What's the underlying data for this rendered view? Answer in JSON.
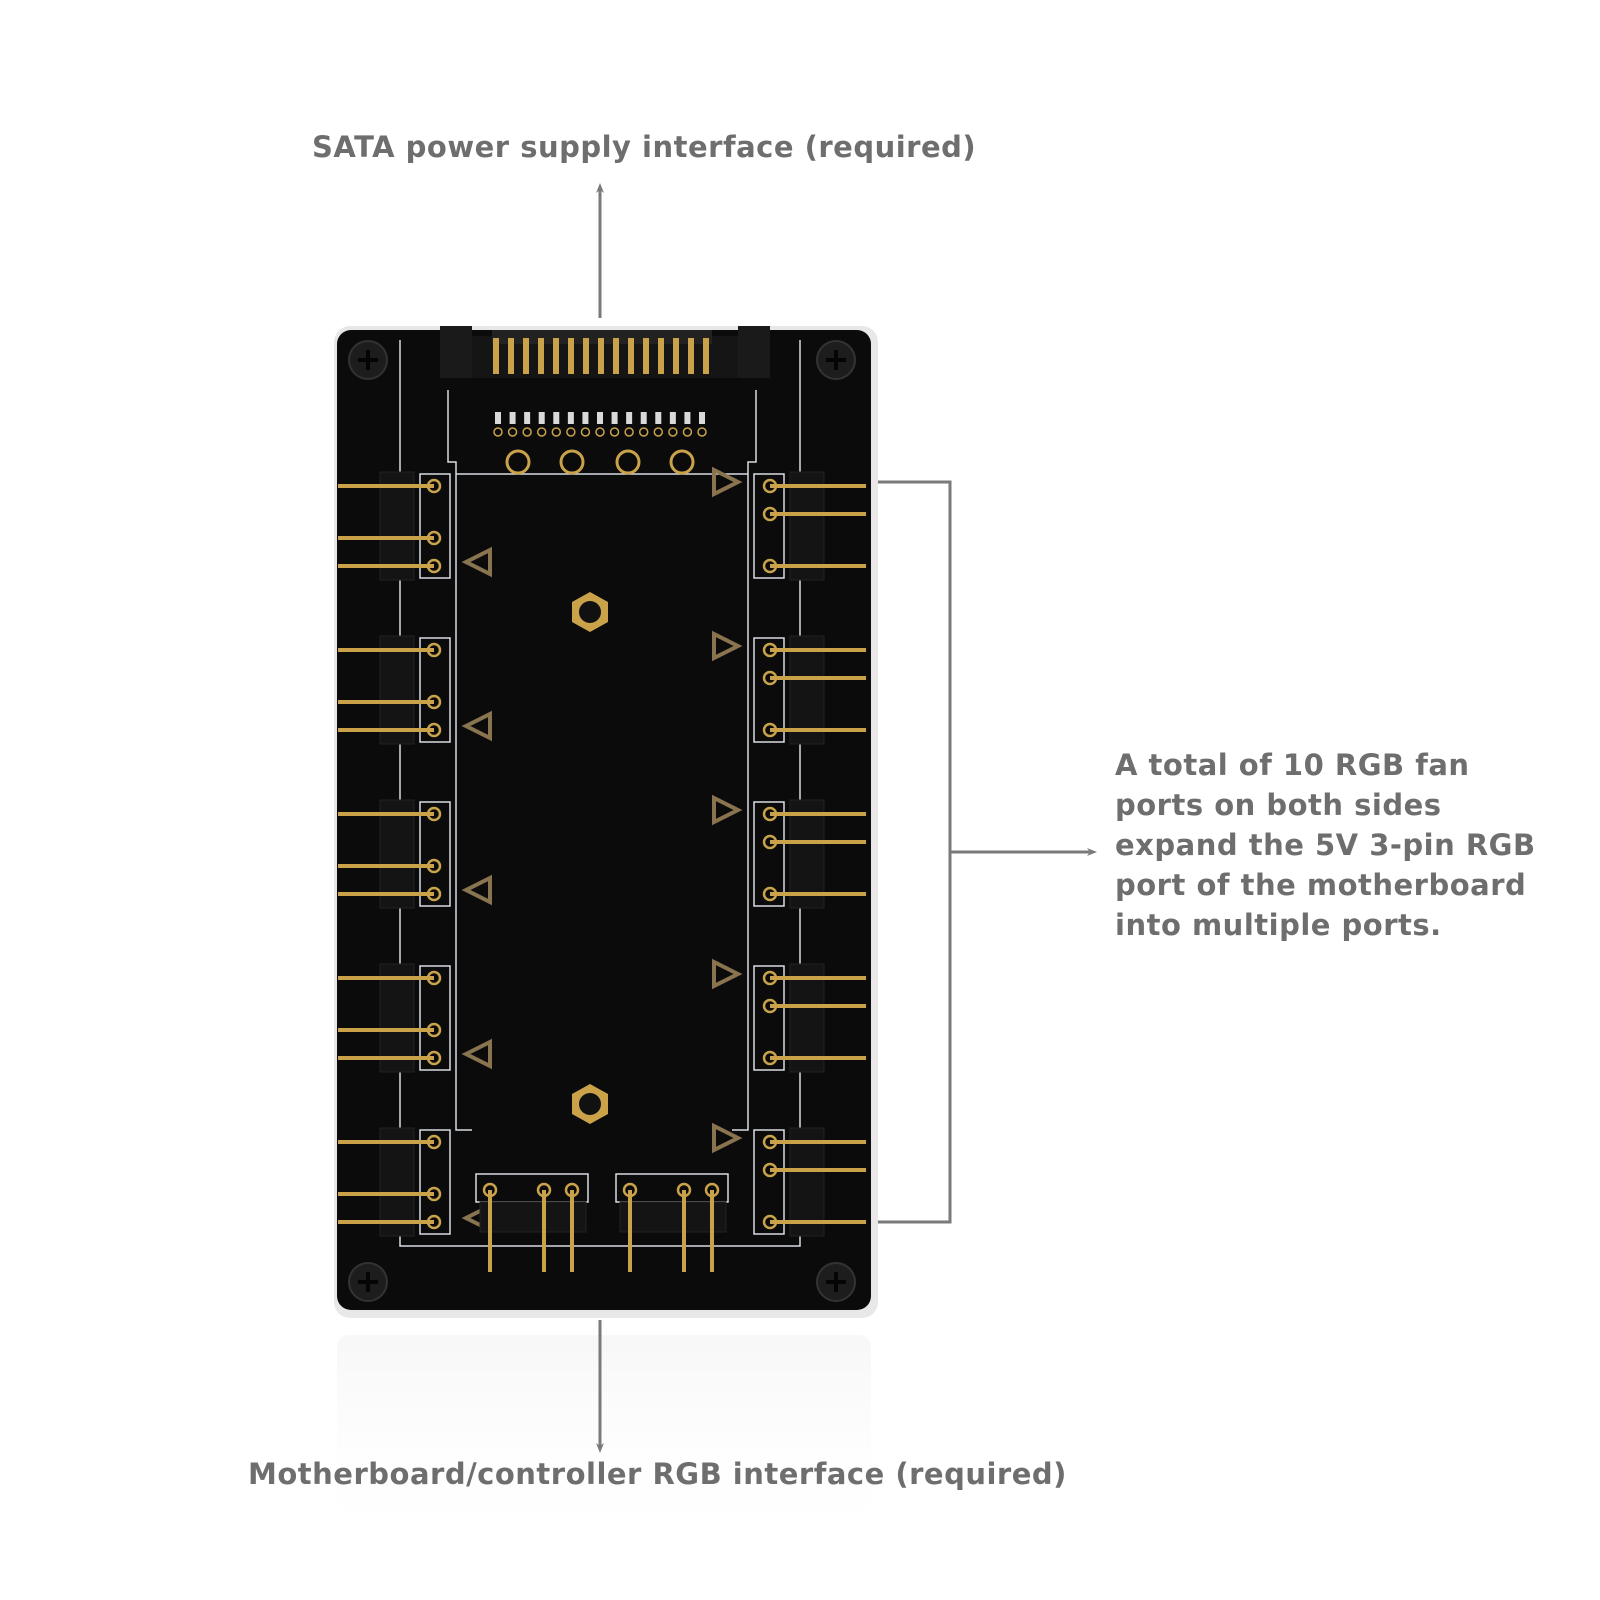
{
  "callouts": {
    "top": "SATA power supply interface (required)",
    "bottom": "Motherboard/controller RGB interface (required)",
    "right": "A total of 10 RGB fan ports on both sides expand the 5V 3-pin RGB port of the motherboard into multiple ports."
  },
  "colors": {
    "pcb": "#0b0b0b",
    "gold": "#c9a24a",
    "trace": "#d8dde2",
    "arrow": "#7a7a7a",
    "text": "#6e6e6e"
  },
  "device": {
    "fan_ports_per_side": 5,
    "pins_per_port": 3,
    "input_headers": 2,
    "sata_contacts": 15
  }
}
